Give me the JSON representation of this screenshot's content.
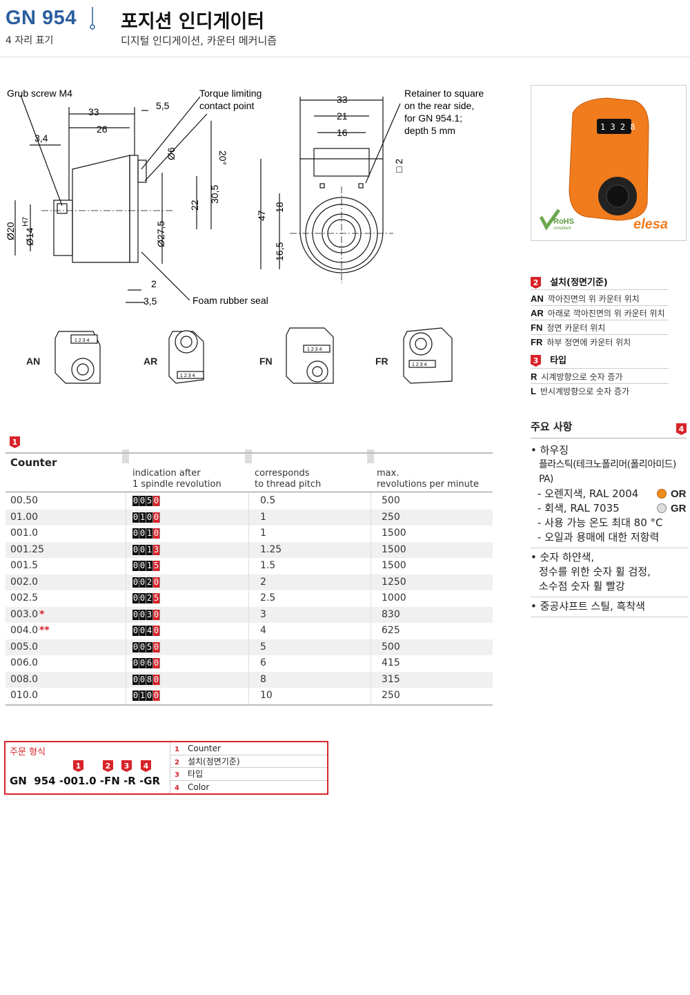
{
  "header": {
    "code": "GN 954",
    "digits": "4 자리 표기",
    "title": "포지션 인디게이터",
    "subtitle": "디지털 인디게이션, 카운터 메커니즘"
  },
  "drawing": {
    "labels": {
      "grub": "Grub screw M4",
      "torque1": "Torque limiting",
      "torque2": "contact point",
      "foam": "Foam rubber seal",
      "ret1": "Retainer to square",
      "ret2": "on the rear side,",
      "ret3": "for GN 954.1;",
      "ret4": "depth 5 mm"
    },
    "dims": {
      "d33": "33",
      "d26": "26",
      "d34": "3,4",
      "d55": "5,5",
      "d6": "Ø6",
      "d20deg": "20°",
      "d305": "30,5",
      "d22": "22",
      "d275": "Ø27,5",
      "d20": "Ø20",
      "d14": "Ø14",
      "h7": "H7",
      "d2": "2",
      "d35": "3,5",
      "r33": "33",
      "r21": "21",
      "r16": "16",
      "sq2": "□ 2",
      "r47": "47",
      "r18": "18",
      "r165": "16,5"
    },
    "views": [
      "AN",
      "AR",
      "FN",
      "FR"
    ],
    "mini_digits": "1 2 3 4"
  },
  "photo": {
    "display": "1 3 2 8",
    "brand": "elesa",
    "rohs": "RoHS",
    "rohs_sub": "compliant"
  },
  "install": {
    "badge": "2",
    "title": "설치(정면기준)",
    "rows": [
      {
        "code": "AN",
        "text": "깍아진면의 위 카운터 위치"
      },
      {
        "code": "AR",
        "text": "아래로 깍아진면의 위 카운터 위치"
      },
      {
        "code": "FN",
        "text": "정면 카운터 위치"
      },
      {
        "code": "FR",
        "text": "하부 정면에 카운터 위치"
      }
    ]
  },
  "type": {
    "badge": "3",
    "title": "타입",
    "rows": [
      {
        "code": "R",
        "text": "시계방향으로 숫자 증가"
      },
      {
        "code": "L",
        "text": "반시계방향으로 숫자 증가"
      }
    ]
  },
  "features": {
    "title": "주요 사항",
    "badge": "4",
    "housing": "하우징",
    "housing_mat": "플라스틱(테크노폴리머(폴리아미드) PA)",
    "orange": "- 오렌지색, RAL 2004",
    "orange_code": "OR",
    "grey": "- 회색, RAL 7035",
    "grey_code": "GR",
    "temp": "- 사용 가능 온도 최대 80 °C",
    "resist": "- 오일과 용매에 대한 저항력",
    "digits1": "숫자 하얀색,",
    "digits2": "정수를 위한 숫자 휠 검정,",
    "digits3": "소수점 숫자 휠 빨강",
    "shaft": "중공샤프트 스틸, 흑착색"
  },
  "table": {
    "badge": "1",
    "headers": {
      "counter": "Counter",
      "ind1": "indication after",
      "ind2": "1 spindle revolution",
      "cor1": "corresponds",
      "cor2": "to thread pitch",
      "max1": "max.",
      "max2": "revolutions per minute"
    },
    "rows": [
      {
        "counter": "00.50",
        "mark": "",
        "disp": [
          "0",
          "0",
          "5",
          "0"
        ],
        "pitch": "0.5",
        "rpm": "500"
      },
      {
        "counter": "01.00",
        "mark": "",
        "disp": [
          "0",
          "1",
          "0",
          "0"
        ],
        "pitch": "1",
        "rpm": "250"
      },
      {
        "counter": "001.0",
        "mark": "",
        "disp": [
          "0",
          "0",
          "1",
          "0"
        ],
        "pitch": "1",
        "rpm": "1500"
      },
      {
        "counter": "001.25",
        "mark": "",
        "disp": [
          "0",
          "0",
          "1",
          "3"
        ],
        "pitch": "1.25",
        "rpm": "1500"
      },
      {
        "counter": "001.5",
        "mark": "",
        "disp": [
          "0",
          "0",
          "1",
          "5"
        ],
        "pitch": "1.5",
        "rpm": "1500"
      },
      {
        "counter": "002.0",
        "mark": "",
        "disp": [
          "0",
          "0",
          "2",
          "0"
        ],
        "pitch": "2",
        "rpm": "1250"
      },
      {
        "counter": "002.5",
        "mark": "",
        "disp": [
          "0",
          "0",
          "2",
          "5"
        ],
        "pitch": "2.5",
        "rpm": "1000"
      },
      {
        "counter": "003.0",
        "mark": "*",
        "disp": [
          "0",
          "0",
          "3",
          "0"
        ],
        "pitch": "3",
        "rpm": "830"
      },
      {
        "counter": "004.0",
        "mark": "**",
        "disp": [
          "0",
          "0",
          "4",
          "0"
        ],
        "pitch": "4",
        "rpm": "625"
      },
      {
        "counter": "005.0",
        "mark": "",
        "disp": [
          "0",
          "0",
          "5",
          "0"
        ],
        "pitch": "5",
        "rpm": "500"
      },
      {
        "counter": "006.0",
        "mark": "",
        "disp": [
          "0",
          "0",
          "6",
          "0"
        ],
        "pitch": "6",
        "rpm": "415"
      },
      {
        "counter": "008.0",
        "mark": "",
        "disp": [
          "0",
          "0",
          "8",
          "0"
        ],
        "pitch": "8",
        "rpm": "315"
      },
      {
        "counter": "010.0",
        "mark": "",
        "disp": [
          "0",
          "1",
          "0",
          "0"
        ],
        "pitch": "10",
        "rpm": "250"
      }
    ]
  },
  "order": {
    "title": "주문 형식",
    "example": "GN  954 -001.0 -FN -R -GR",
    "badges": [
      "1",
      "2",
      "3",
      "4"
    ],
    "legend": [
      {
        "n": "1",
        "t": "Counter"
      },
      {
        "n": "2",
        "t": "설치(정면기준)"
      },
      {
        "n": "3",
        "t": "타입"
      },
      {
        "n": "4",
        "t": "Color"
      }
    ]
  }
}
